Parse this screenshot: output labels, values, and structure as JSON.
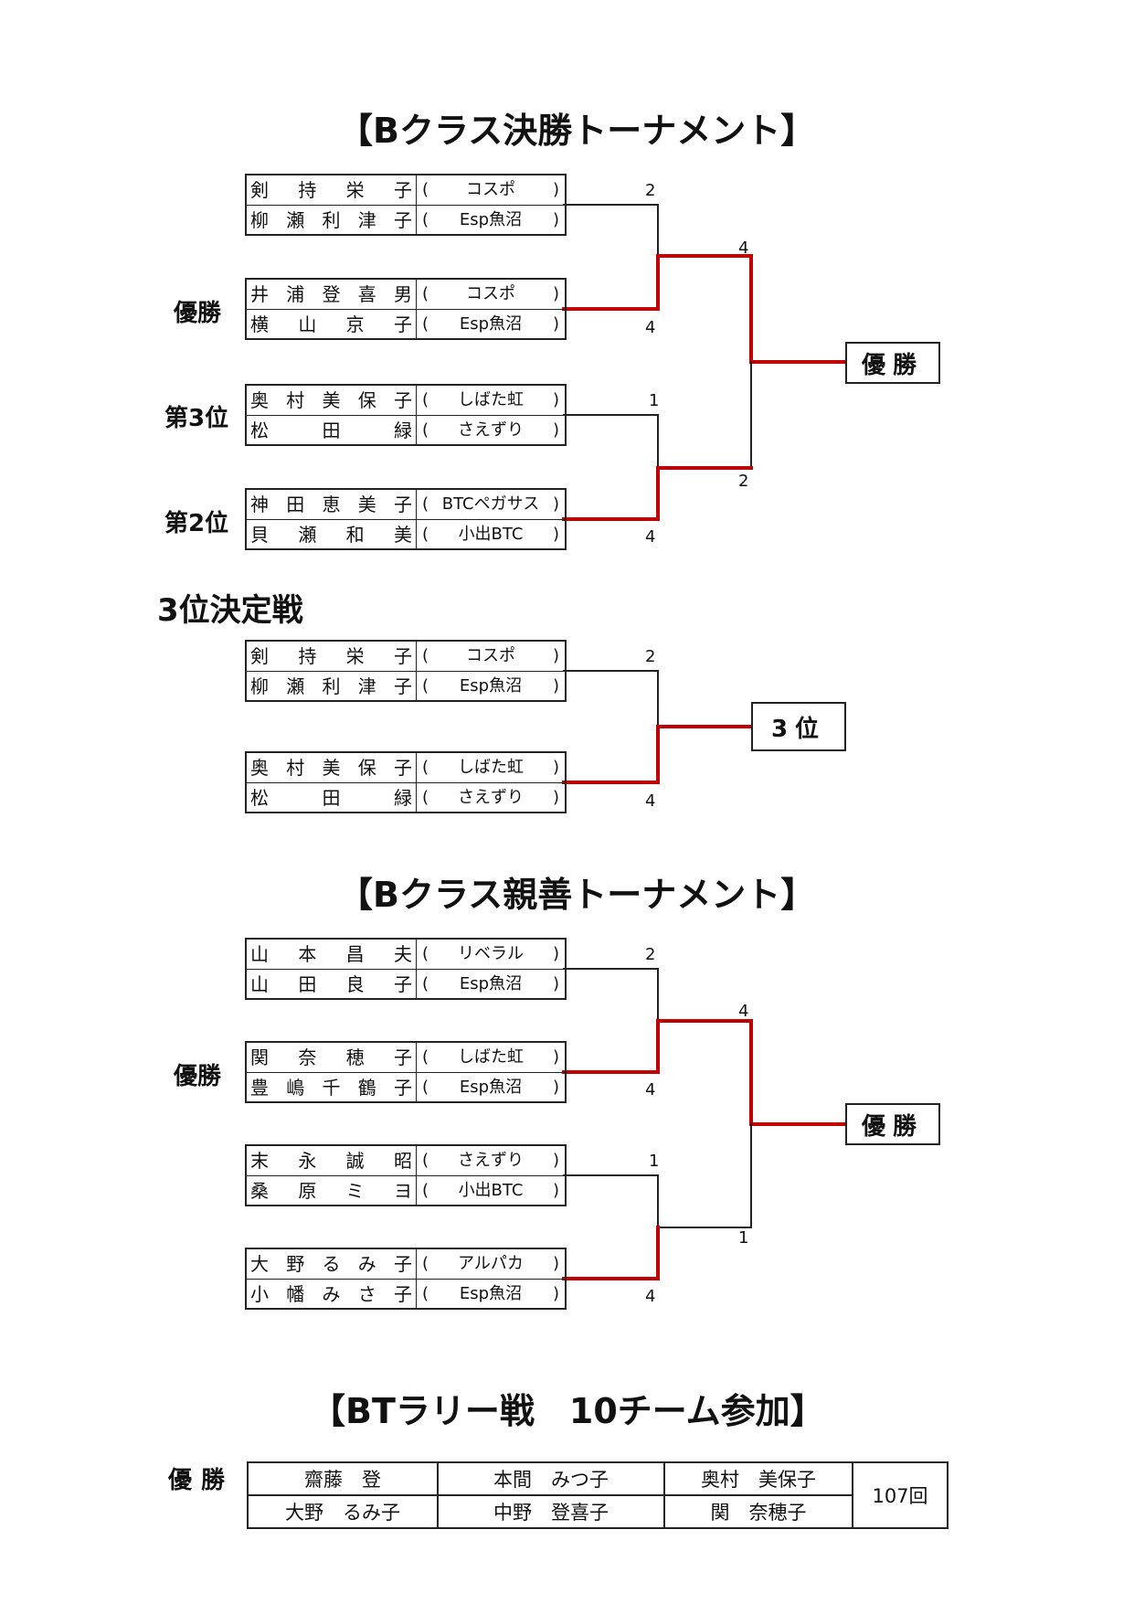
{
  "sections": {
    "final_title": "【Bクラス決勝トーナメント】",
    "third_title": "3位決定戦",
    "friendly_title": "【Bクラス親善トーナメント】",
    "rally_title": "【BTラリー戦　10チーム参加】"
  },
  "final": {
    "pairs": [
      {
        "p1": "剣持栄子",
        "c1": "コスポ",
        "p2": "柳瀬利津子",
        "c2": "Esp魚沼"
      },
      {
        "p1": "井浦登喜男",
        "c1": "コスポ",
        "p2": "横山京子",
        "c2": "Esp魚沼"
      },
      {
        "p1": "奥村美保子",
        "c1": "しばた虹",
        "p2": "松田緑",
        "c2": "さえずり"
      },
      {
        "p1": "神田恵美子",
        "c1": "BTCペガサス",
        "p2": "貝瀬和美",
        "c2": "小出BTC"
      }
    ],
    "place_labels": [
      "優勝",
      "第3位",
      "第2位"
    ],
    "scores": {
      "m1_top": "2",
      "m1_bot": "4",
      "m2_top": "1",
      "m2_bot": "4",
      "f_top": "4",
      "f_bot": "2"
    },
    "result_label": "優勝"
  },
  "third": {
    "pairs": [
      {
        "p1": "剣持栄子",
        "c1": "コスポ",
        "p2": "柳瀬利津子",
        "c2": "Esp魚沼"
      },
      {
        "p1": "奥村美保子",
        "c1": "しばた虹",
        "p2": "松田緑",
        "c2": "さえずり"
      }
    ],
    "scores": {
      "top": "2",
      "bot": "4"
    },
    "result_label": "3位"
  },
  "friendly": {
    "pairs": [
      {
        "p1": "山本昌夫",
        "c1": "リベラル",
        "p2": "山田良子",
        "c2": "Esp魚沼"
      },
      {
        "p1": "関奈穂子",
        "c1": "しばた虹",
        "p2": "豊嶋千鶴子",
        "c2": "Esp魚沼"
      },
      {
        "p1": "末永誠昭",
        "c1": "さえずり",
        "p2": "桑原ミヨ",
        "c2": "小出BTC"
      },
      {
        "p1": "大野るみ子",
        "c1": "アルパカ",
        "p2": "小幡みさ子",
        "c2": "Esp魚沼"
      }
    ],
    "place_label": "優勝",
    "scores": {
      "m1_top": "2",
      "m1_bot": "4",
      "m2_top": "1",
      "m2_bot": "4",
      "f_top": "4",
      "f_bot": "1"
    },
    "result_label": "優勝"
  },
  "rally": {
    "label": "優勝",
    "row1": [
      "齋藤　登",
      "本間　みつ子",
      "奥村　美保子"
    ],
    "row2": [
      "大野　るみ子",
      "中野　登喜子",
      "関　奈穂子"
    ],
    "count": "107回"
  },
  "colors": {
    "win_line": "#c00000",
    "line": "#222222"
  }
}
